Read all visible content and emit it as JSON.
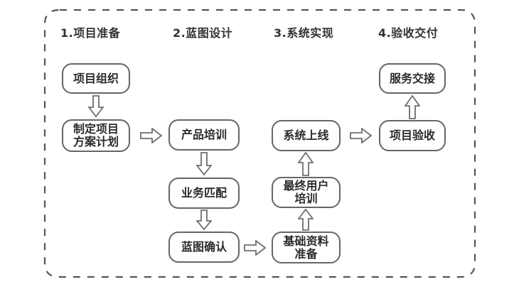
{
  "diagram": {
    "type": "process-flow",
    "border_color": "#555555",
    "box_border_color": "#666666",
    "arrow_color": "#6e6e6e",
    "phases": [
      {
        "label": "1.项目准备"
      },
      {
        "label": "2.蓝图设计"
      },
      {
        "label": "3.系统实现"
      },
      {
        "label": "4.验收交付"
      }
    ],
    "nodes": [
      {
        "id": "n1",
        "lines": [
          "项目组织"
        ]
      },
      {
        "id": "n2",
        "lines": [
          "制定项目",
          "方案计划"
        ]
      },
      {
        "id": "n3",
        "lines": [
          "产品培训"
        ]
      },
      {
        "id": "n4",
        "lines": [
          "业务匹配"
        ]
      },
      {
        "id": "n5",
        "lines": [
          "蓝图确认"
        ]
      },
      {
        "id": "n6",
        "lines": [
          "基础资料",
          "准备"
        ]
      },
      {
        "id": "n7",
        "lines": [
          "最终用户",
          "培训"
        ]
      },
      {
        "id": "n8",
        "lines": [
          "系统上线"
        ]
      },
      {
        "id": "n9",
        "lines": [
          "项目验收"
        ]
      },
      {
        "id": "n10",
        "lines": [
          "服务交接"
        ]
      }
    ],
    "edges": [
      {
        "from": "n1",
        "to": "n2",
        "direction": "down"
      },
      {
        "from": "n2",
        "to": "n3",
        "direction": "right"
      },
      {
        "from": "n3",
        "to": "n4",
        "direction": "down"
      },
      {
        "from": "n4",
        "to": "n5",
        "direction": "down"
      },
      {
        "from": "n5",
        "to": "n6",
        "direction": "right"
      },
      {
        "from": "n6",
        "to": "n7",
        "direction": "up"
      },
      {
        "from": "n7",
        "to": "n8",
        "direction": "up"
      },
      {
        "from": "n8",
        "to": "n9",
        "direction": "right"
      },
      {
        "from": "n9",
        "to": "n10",
        "direction": "up"
      }
    ]
  }
}
